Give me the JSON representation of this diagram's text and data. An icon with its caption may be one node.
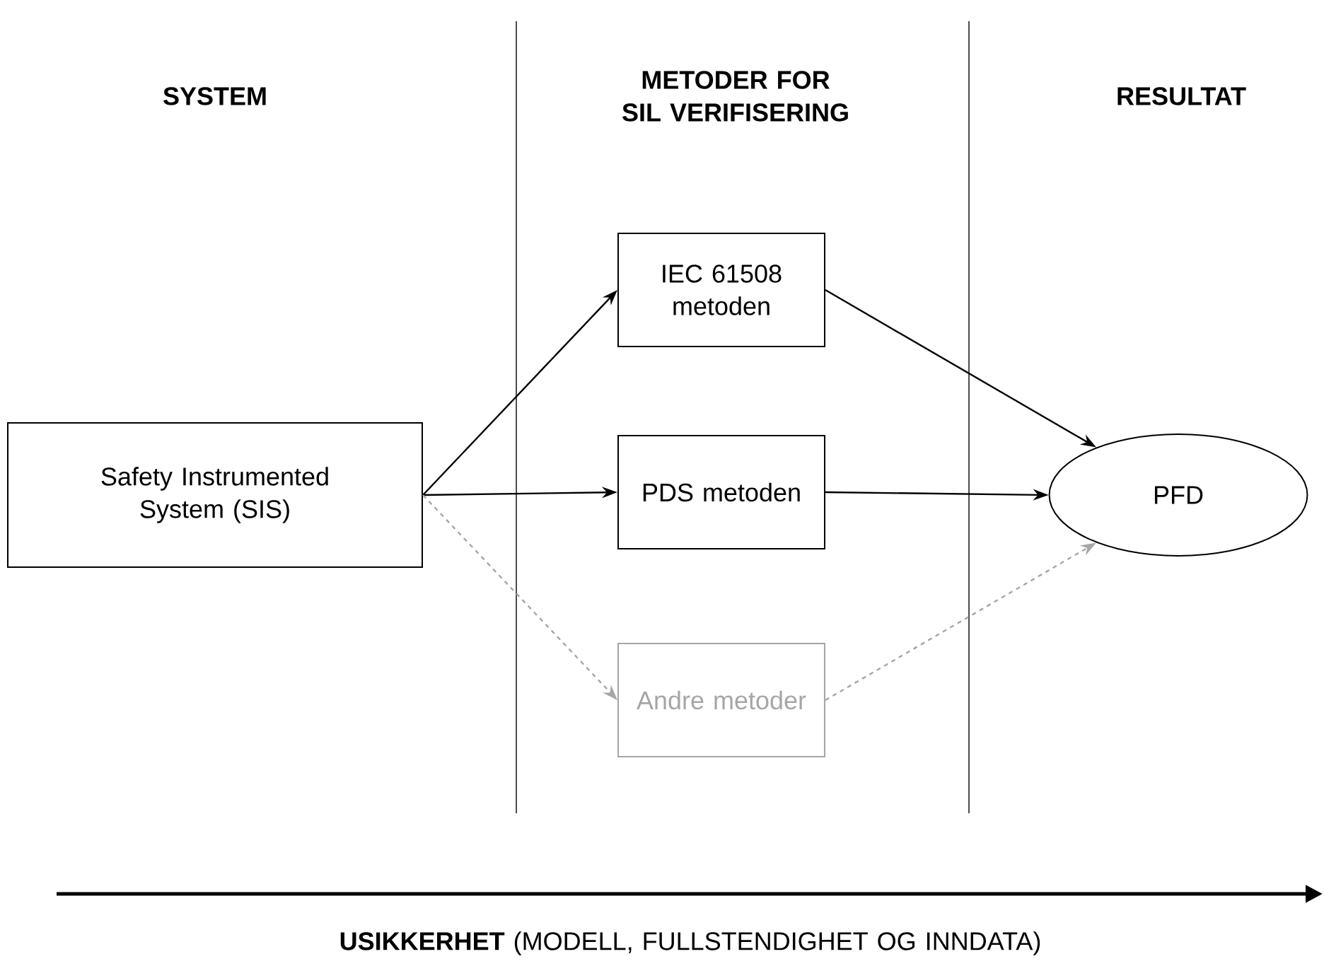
{
  "diagram": {
    "nodes": [
      {
        "text": [
          "Safety Instrumented System (SIS)"
        ]
      },
      {
        "text": [
          "IEC 61508 metoden"
        ]
      },
      {
        "text": [
          "PDS metoden"
        ]
      },
      {
        "text": [
          "Andre metoder"
        ]
      },
      {
        "text": [
          "PFD"
        ]
      }
    ],
    "edges": [
      {
        "from": 0,
        "to": 1,
        "arrow": "to"
      },
      {
        "from": 0,
        "to": 2,
        "arrow": "to"
      },
      {
        "from": 0,
        "to": 3,
        "arrow": "to",
        "style": "dashed",
        "color": "#a6a6a6"
      },
      {
        "from": 1,
        "to": 4,
        "arrow": "to"
      },
      {
        "from": 2,
        "to": 4,
        "arrow": "to"
      },
      {
        "from": 3,
        "to": 4,
        "arrow": "to",
        "style": "dashed",
        "color": "#a6a6a6"
      }
    ],
    "labels": [
      "SYSTEM",
      "METODER FOR SIL VERIFISERING",
      "RESULTAT",
      "**USIKKERHET** (MODELL, FULLSTENDIGHET OG INNDATA)"
    ]
  }
}
